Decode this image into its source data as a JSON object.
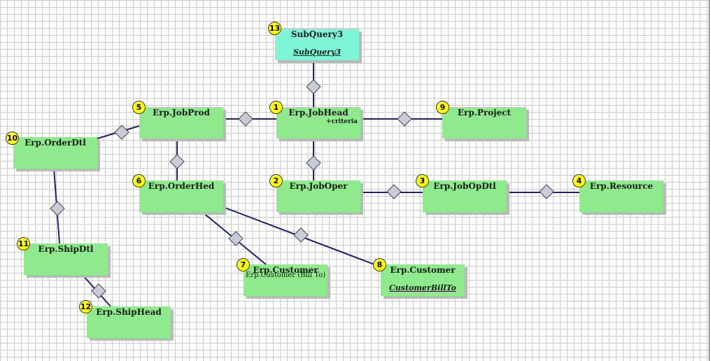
{
  "nodes": [
    {
      "id": "n13",
      "number": "13",
      "title": "SubQuery3",
      "subtitle": "SubQuery3",
      "kind": "subquery"
    },
    {
      "id": "n1",
      "number": "1",
      "title": "Erp.JobHead",
      "criteria": "+criteria",
      "kind": "table"
    },
    {
      "id": "n5",
      "number": "5",
      "title": "Erp.JobProd",
      "kind": "table"
    },
    {
      "id": "n9",
      "number": "9",
      "title": "Erp.Project",
      "kind": "table"
    },
    {
      "id": "n10",
      "number": "10",
      "title": "Erp.OrderDtl",
      "kind": "table"
    },
    {
      "id": "n6",
      "number": "6",
      "title": "Erp.OrderHed",
      "kind": "table"
    },
    {
      "id": "n2",
      "number": "2",
      "title": "Erp.JobOper",
      "kind": "table"
    },
    {
      "id": "n3",
      "number": "3",
      "title": "Erp.JobOpDtl",
      "kind": "table"
    },
    {
      "id": "n4",
      "number": "4",
      "title": "Erp.Resource",
      "kind": "table"
    },
    {
      "id": "n11",
      "number": "11",
      "title": "Erp.ShipDtl",
      "kind": "table"
    },
    {
      "id": "n7",
      "number": "7",
      "title": "Erp.Customer",
      "alias": "Erp.Customer (Bill To)",
      "kind": "table"
    },
    {
      "id": "n8",
      "number": "8",
      "title": "Erp.Customer",
      "subtitle": "CustomerBillTo",
      "kind": "table"
    },
    {
      "id": "n12",
      "number": "12",
      "title": "Erp.ShipHead",
      "kind": "table"
    }
  ],
  "edges": [
    {
      "from": "SubQuery3",
      "to": "Erp.JobHead"
    },
    {
      "from": "Erp.JobProd",
      "to": "Erp.JobHead"
    },
    {
      "from": "Erp.JobHead",
      "to": "Erp.Project"
    },
    {
      "from": "Erp.JobHead",
      "to": "Erp.JobOper"
    },
    {
      "from": "Erp.OrderDtl",
      "to": "Erp.JobProd"
    },
    {
      "from": "Erp.JobProd",
      "to": "Erp.OrderHed"
    },
    {
      "from": "Erp.JobOper",
      "to": "Erp.JobOpDtl"
    },
    {
      "from": "Erp.JobOpDtl",
      "to": "Erp.Resource"
    },
    {
      "from": "Erp.OrderDtl",
      "to": "Erp.ShipDtl"
    },
    {
      "from": "Erp.OrderHed",
      "to": "Erp.Customer (Bill To)"
    },
    {
      "from": "Erp.OrderHed",
      "to": "CustomerBillTo"
    },
    {
      "from": "Erp.ShipDtl",
      "to": "Erp.ShipHead"
    }
  ],
  "colors": {
    "table_fill": "#8fea8e",
    "subquery_fill": "#7ff5d8",
    "connector": "#1f1f6e",
    "badge": "#ffff00",
    "join_marker": "#c9cbd6"
  }
}
